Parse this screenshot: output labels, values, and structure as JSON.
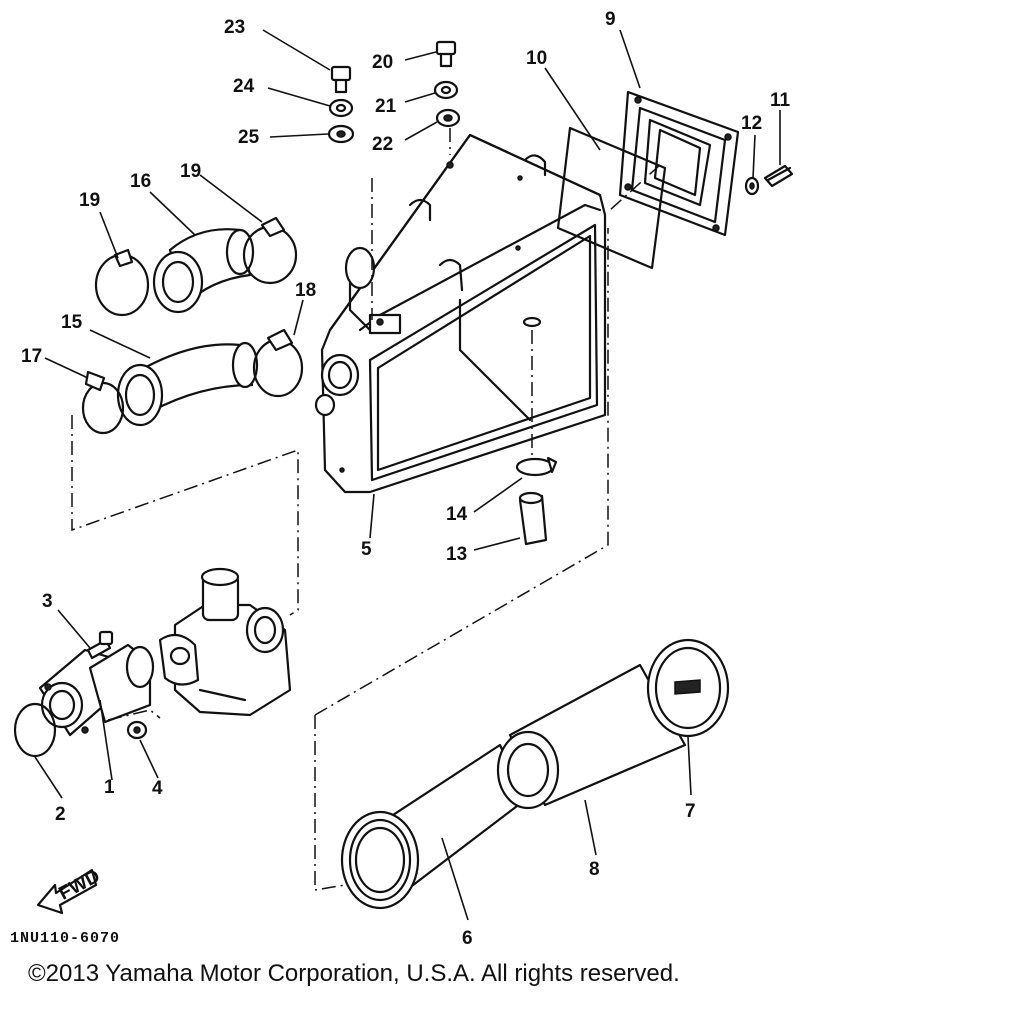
{
  "callouts": {
    "c1": "1",
    "c2": "2",
    "c3": "3",
    "c4": "4",
    "c5": "5",
    "c6": "6",
    "c7": "7",
    "c8": "8",
    "c9": "9",
    "c10": "10",
    "c11": "11",
    "c12": "12",
    "c13": "13",
    "c14": "14",
    "c15": "15",
    "c16": "16",
    "c17": "17",
    "c18": "18",
    "c19a": "19",
    "c19b": "19",
    "c20": "20",
    "c21": "21",
    "c22": "22",
    "c23": "23",
    "c24": "24",
    "c25": "25"
  },
  "fwd_label": "FWD",
  "ref_code": "1NU110-6070",
  "copyright": "©2013 Yamaha Motor Corporation, U.S.A. All rights reserved."
}
